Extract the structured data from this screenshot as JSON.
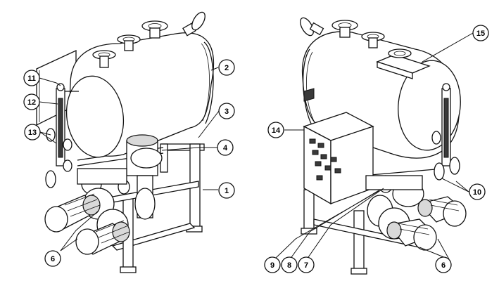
{
  "callouts": [
    {
      "id": "c1",
      "label": "1"
    },
    {
      "id": "c2",
      "label": "2"
    },
    {
      "id": "c3",
      "label": "3"
    },
    {
      "id": "c4",
      "label": "4"
    },
    {
      "id": "c6a",
      "label": "6"
    },
    {
      "id": "c11",
      "label": "11"
    },
    {
      "id": "c12",
      "label": "12"
    },
    {
      "id": "c13",
      "label": "13"
    },
    {
      "id": "c14",
      "label": "14"
    },
    {
      "id": "c15",
      "label": "15"
    },
    {
      "id": "c10",
      "label": "10"
    },
    {
      "id": "c6b",
      "label": "6"
    },
    {
      "id": "c9",
      "label": "9"
    },
    {
      "id": "c8",
      "label": "8"
    },
    {
      "id": "c7",
      "label": "7"
    }
  ],
  "views": [
    {
      "name": "left-view"
    },
    {
      "name": "right-view"
    }
  ]
}
